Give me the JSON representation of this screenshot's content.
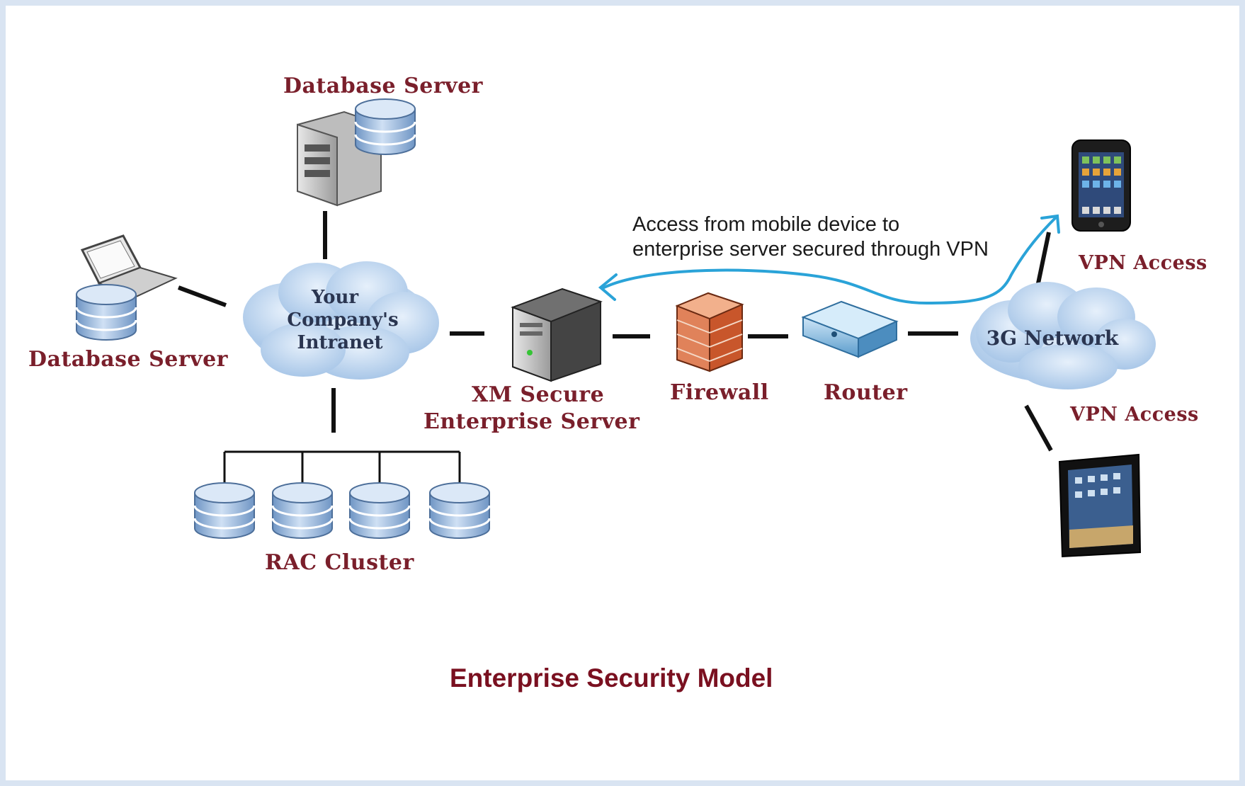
{
  "labels": {
    "db_server_top": "Database Server",
    "db_server_left": "Database Server",
    "intranet": [
      "Your",
      "Company's",
      "Intranet"
    ],
    "xm_server": [
      "XM Secure",
      "Enterprise Server"
    ],
    "firewall": "Firewall",
    "router": "Router",
    "network": "3G Network",
    "vpn_access_top": "VPN Access",
    "vpn_access_bottom": "VPN Access",
    "rac_cluster": "RAC Cluster"
  },
  "annotation": [
    "Access from mobile device to",
    "enterprise server secured through VPN"
  ],
  "caption": "Enterprise Security Model",
  "colors": {
    "label": "#7a1f2b",
    "caption": "#7a1020",
    "arrow": "#2aa3d8",
    "cloud": "#bcd4ee",
    "database": "#9fc0e6"
  },
  "icons": [
    "laptop-icon",
    "database-icon",
    "server-tower-icon",
    "cloud-icon",
    "firewall-icon",
    "router-icon",
    "smartphone-icon",
    "tablet-icon"
  ]
}
